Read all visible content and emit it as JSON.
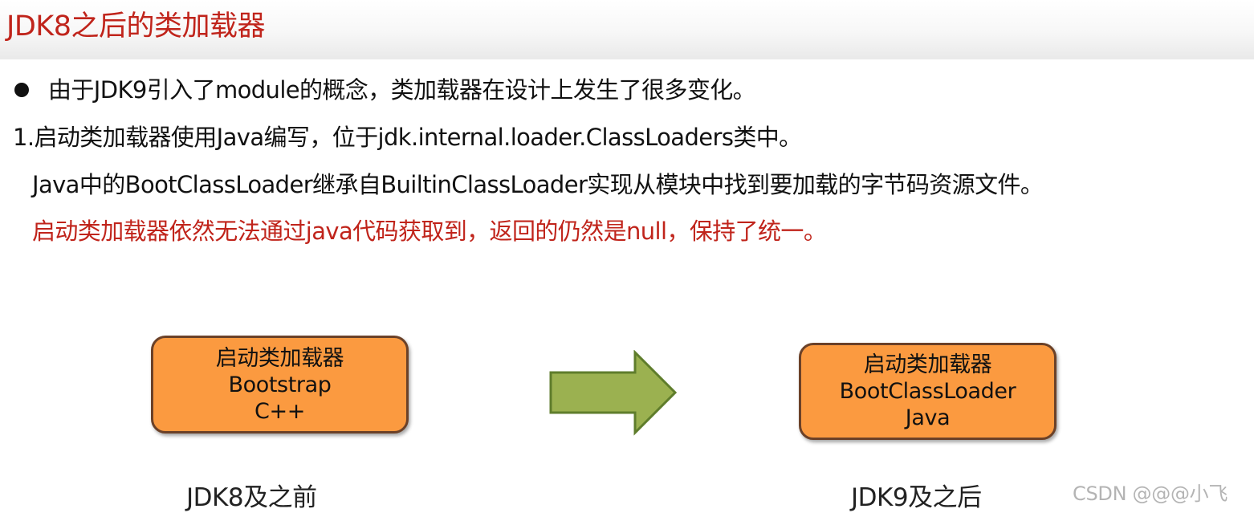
{
  "slide": {
    "title": "JDK8之后的类加载器"
  },
  "content": {
    "bullet_text": "由于JDK9引入了module的概念，类加载器在设计上发生了很多变化。",
    "point1_line1": "1.启动类加载器使用Java编写，位于jdk.internal.loader.ClassLoaders类中。",
    "point1_line2": "Java中的BootClassLoader继承自BuiltinClassLoader实现从模块中找到要加载的字节码资源文件。",
    "point1_line3_highlight": "启动类加载器依然无法通过java代码获取到，返回的仍然是null，保持了统一。"
  },
  "diagram": {
    "before_box": {
      "lines": [
        "启动类加载器",
        "Bootstrap",
        "C++"
      ]
    },
    "after_box": {
      "lines": [
        "启动类加载器",
        "BootClassLoader",
        "Java"
      ]
    },
    "arrow_icon": "right-arrow-icon",
    "before_caption": "JDK8及之前",
    "after_caption": "JDK9及之后"
  },
  "watermark": "CSDN @@@小飞",
  "colors": {
    "title_red": "#c0241b",
    "highlight_red": "#c0241b",
    "box_fill": "#fb9a40",
    "box_border": "#6b4128",
    "arrow_fill": "#9bb150",
    "arrow_stroke": "#5f7d2c"
  }
}
